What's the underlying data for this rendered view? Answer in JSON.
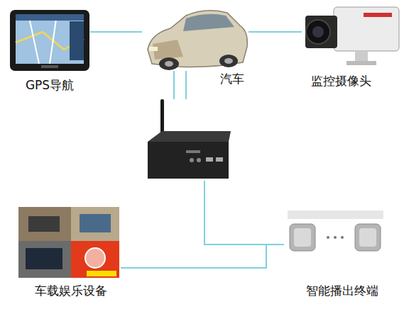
{
  "diagram": {
    "nodes": [
      {
        "text": [
          "GPS导航"
        ]
      },
      {
        "text": [
          "汽车"
        ]
      },
      {
        "text": [
          "监控摄像头"
        ]
      },
      {
        "text": []
      },
      {
        "text": [
          "车载娱乐设备"
        ]
      },
      {
        "text": [
          "智能播出终端"
        ]
      }
    ],
    "edges": [
      {
        "from": 0,
        "to": 1,
        "arrow": "none"
      },
      {
        "from": 1,
        "to": 2,
        "arrow": "none"
      },
      {
        "from": 1,
        "to": 3,
        "arrow": "none"
      },
      {
        "from": 3,
        "to": 4,
        "arrow": "none"
      },
      {
        "from": 3,
        "to": 5,
        "arrow": "none"
      }
    ]
  }
}
